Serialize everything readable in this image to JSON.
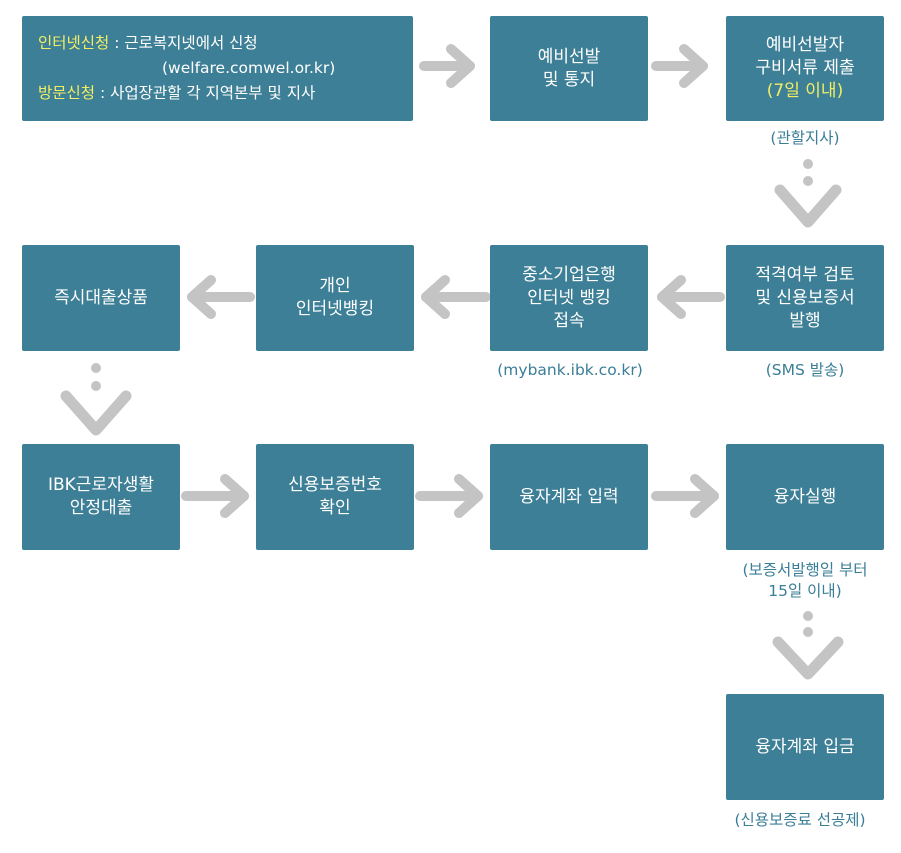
{
  "intro": {
    "online_label": "인터넷신청",
    "online_text": " : 근로복지넷에서 신청",
    "online_url": "(welfare.comwel.or.kr)",
    "visit_label": "방문신청",
    "visit_text": " : 사업장관할 각 지역본부 및 지사"
  },
  "steps": {
    "pre_selection": {
      "line1": "예비선발",
      "line2": "및 통지"
    },
    "submit_docs": {
      "line1": "예비선발자",
      "line2": "구비서류 제출",
      "line3": "(7일 이내)",
      "note": "(관할지사)"
    },
    "eligibility": {
      "line1": "적격여부 검토",
      "line2": "및 신용보증서",
      "line3": "발행",
      "note": "(SMS 발송)"
    },
    "ibk_banking": {
      "line1": "중소기업은행",
      "line2": "인터넷 뱅킹",
      "line3": "접속",
      "note": "(mybank.ibk.co.kr)"
    },
    "personal_banking": {
      "line1": "개인",
      "line2": "인터넷뱅킹"
    },
    "instant_loan": {
      "line1": "즉시대출상품"
    },
    "ibk_loan": {
      "line1": "IBK근로자생활",
      "line2": "안정대출"
    },
    "guarantee_number": {
      "line1": "신용보증번호",
      "line2": "확인"
    },
    "account_input": {
      "line1": "융자계좌 입력"
    },
    "loan_execution": {
      "line1": "융자실행",
      "note_line1": "(보증서발행일 부터",
      "note_line2": "15일 이내)"
    },
    "loan_deposit": {
      "line1": "융자계좌 입금",
      "note": "(신용보증료 선공제)"
    }
  },
  "colors": {
    "box": "#3d7f96",
    "highlight": "#f1ee64",
    "arrow": "#c4c4c4",
    "note": "#3a7e97"
  }
}
